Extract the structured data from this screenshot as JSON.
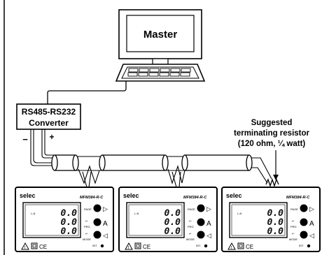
{
  "master": {
    "label": "Master"
  },
  "converter": {
    "line1": "RS485-RS232",
    "line2": "Converter"
  },
  "polarity": {
    "minus": "−",
    "plus": "+"
  },
  "resistor": {
    "line1": "Suggested",
    "line2": "terminating resistor",
    "line3": "(120 ohm, ¼ watt)"
  },
  "meters": [
    {
      "brand": "selec",
      "model": "MFM384-R-C",
      "ln_label": "L-N",
      "rows": [
        "0.0",
        "0.0",
        "0.0"
      ],
      "page_label": "PAGE",
      "prg_label": "PRG",
      "mode_label": "MODE",
      "int_label": "INT",
      "ce_mark": "CE",
      "a_label": "A"
    },
    {
      "brand": "selec",
      "model": "MFM384-R-C",
      "ln_label": "L-N",
      "rows": [
        "0.0",
        "0.0",
        "0.0"
      ],
      "page_label": "PAGE",
      "prg_label": "PRG",
      "mode_label": "MODE",
      "int_label": "INT",
      "ce_mark": "CE",
      "a_label": "A"
    },
    {
      "brand": "selec",
      "model": "MFM384-R-C",
      "ln_label": "L-N",
      "rows": [
        "0.0",
        "0.0",
        "0.0"
      ],
      "page_label": "PAGE",
      "prg_label": "PRG",
      "mode_label": "MODE",
      "int_label": "INT",
      "ce_mark": "CE",
      "a_label": "A"
    }
  ]
}
